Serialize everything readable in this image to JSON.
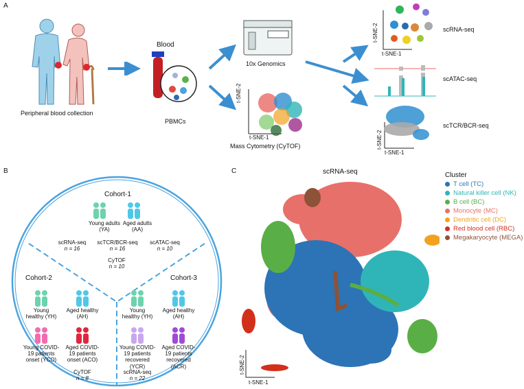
{
  "panel_a": {
    "letter": "A",
    "collection_label": "Peripheral blood collection",
    "blood_label": "Blood",
    "pbmcs_label": "PBMCs",
    "genomics_label": "10x Genomics",
    "cytof_label": "Mass Cytometry (CyTOF)",
    "scrna_label": "scRNA-seq",
    "scatac_label": "scATAC-seq",
    "sctcr_label": "scTCR/BCR-seq",
    "axis_x": "t-SNE-1",
    "axis_y": "t-SNE-2"
  },
  "panel_b": {
    "letter": "B",
    "cohort1": {
      "title": "Cohort-1",
      "groups": [
        "Young adults (YA)",
        "Aged adults (AA)"
      ],
      "assays": [
        {
          "name": "scRNA-seq",
          "n": "n = 16"
        },
        {
          "name": "scTCR/BCR-seq",
          "n": "n = 16"
        },
        {
          "name": "scATAC-seq",
          "n": "n = 10"
        },
        {
          "name": "CyTOF",
          "n": "n = 10"
        }
      ]
    },
    "cohort2": {
      "title": "Cohort-2",
      "groups": [
        "Young healthy (YH)",
        "Aged healthy (AH)",
        "Young COVID-19 patients onset (YCO)",
        "Aged COVID-19 patients onset (ACO)"
      ],
      "assay": {
        "name": "CyTOF",
        "n": "n = 8"
      }
    },
    "cohort3": {
      "title": "Cohort-3",
      "groups": [
        "Young healthy (YH)",
        "Aged healthy (AH)",
        "Young COVID-19 patients recovered (YCR)",
        "Aged COVID-19 patients recovered (ACR)"
      ],
      "assay": {
        "name": "scRNA-seq",
        "n": "n = 22"
      }
    }
  },
  "panel_c": {
    "letter": "C",
    "title": "scRNA-seq",
    "legend_title": "Cluster",
    "clusters": [
      {
        "label": "T cell (TC)",
        "color": "#2c74b5"
      },
      {
        "label": "Natural killer cell (NK)",
        "color": "#2fb5b8"
      },
      {
        "label": "B cell (BC)",
        "color": "#5aae46"
      },
      {
        "label": "Monocyte (MC)",
        "color": "#e8706a"
      },
      {
        "label": "Dendritic cell (DC)",
        "color": "#f2a21e"
      },
      {
        "label": "Red blood cell (RBC)",
        "color": "#d2301b"
      },
      {
        "label": "Megakaryocyte (MEGA)",
        "color": "#8d5238"
      }
    ],
    "axis_x": "t-SNE-1",
    "axis_y": "t-SNE-2"
  }
}
